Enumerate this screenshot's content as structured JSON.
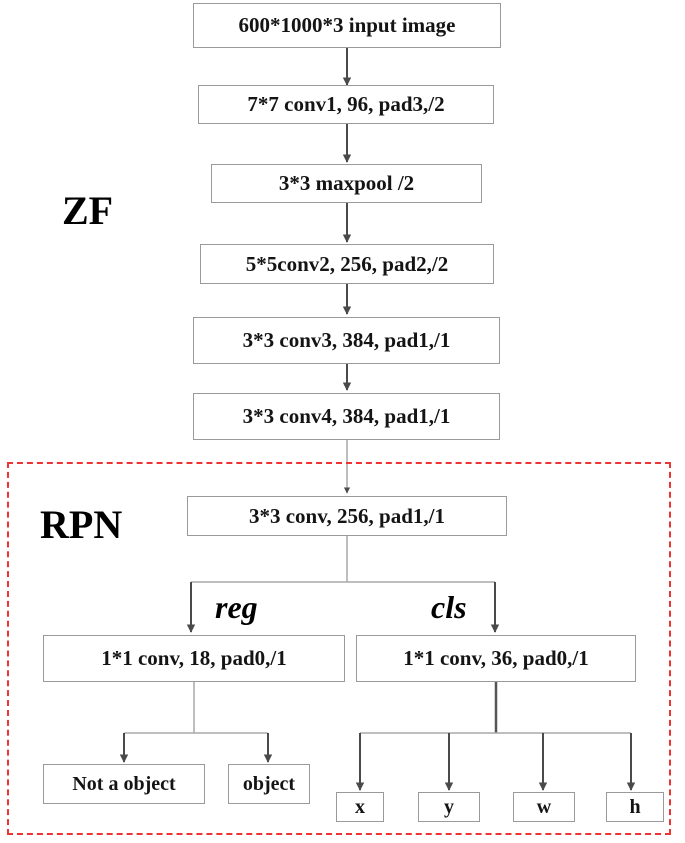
{
  "labels": {
    "zf": "ZF",
    "rpn": "RPN",
    "reg": "reg",
    "cls": "cls"
  },
  "boxes": {
    "input": "600*1000*3 input image",
    "conv1": "7*7 conv1, 96, pad3,/2",
    "maxpool": "3*3 maxpool /2",
    "conv2": "5*5conv2, 256, pad2,/2",
    "conv3": "3*3 conv3, 384, pad1,/1",
    "conv4": "3*3 conv4, 384, pad1,/1",
    "rpn_conv": "3*3 conv, 256, pad1,/1",
    "reg_conv": "1*1 conv, 18, pad0,/1",
    "cls_conv": "1*1 conv, 36, pad0,/1"
  },
  "outputs": {
    "reg": [
      "Not a object",
      "object"
    ],
    "cls": [
      "x",
      "y",
      "w",
      "h"
    ]
  },
  "colors": {
    "region_border": "#ee3333",
    "box_border": "#9a9a9a",
    "arrow": "#4a4a4a"
  }
}
